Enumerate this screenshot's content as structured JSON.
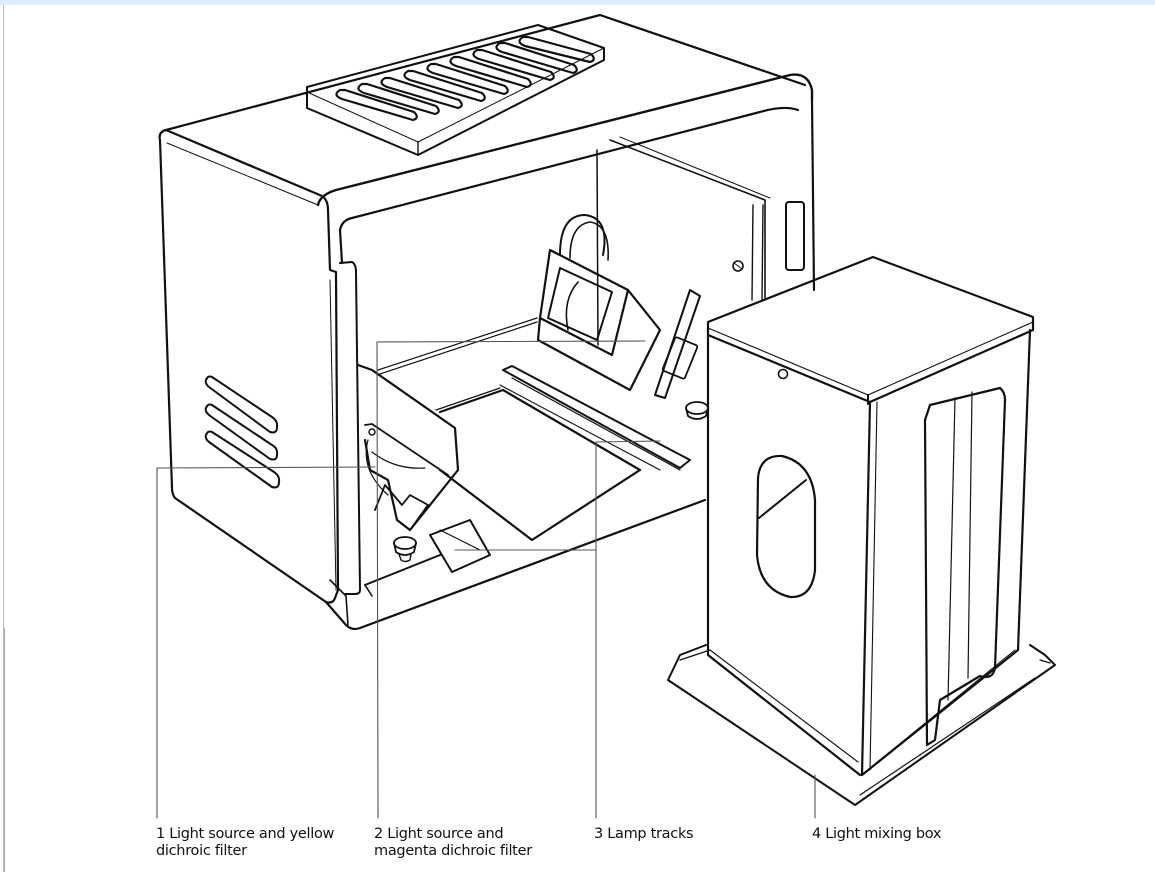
{
  "figure": {
    "type": "exploded technical line illustration",
    "subject": "enlarger colour head / light source housing with removed light mixing box"
  },
  "labels": [
    {
      "number": "1",
      "lines": [
        "1 Light source and yellow",
        "dichroic filter"
      ]
    },
    {
      "number": "2",
      "lines": [
        "2 Light source and",
        "magenta dichroic filter"
      ]
    },
    {
      "number": "3",
      "lines": [
        "3 Lamp tracks"
      ]
    },
    {
      "number": "4",
      "lines": [
        "4 Light mixing box"
      ]
    }
  ],
  "colors": {
    "line": "#111111",
    "leader": "#555555",
    "background": "#ffffff",
    "top_band": "#dcedfd"
  }
}
